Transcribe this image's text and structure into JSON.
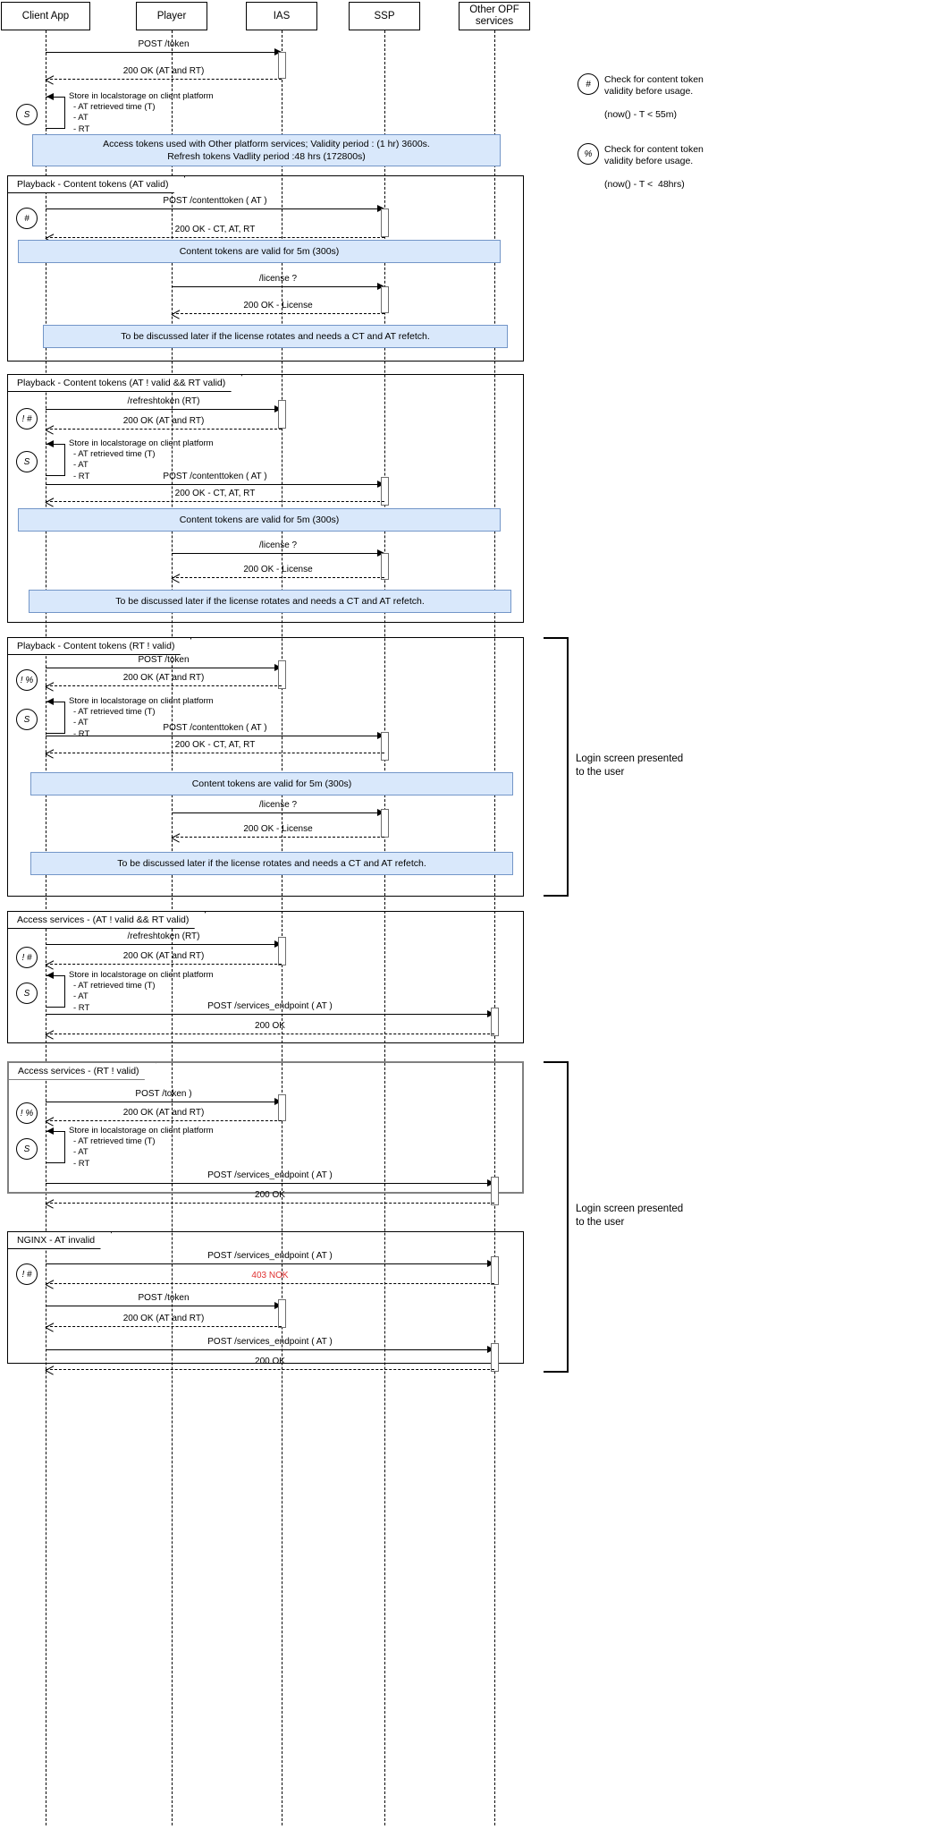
{
  "diagram": {
    "title": "Token lifecycle sequence diagram",
    "note_color": "#d9e8fb",
    "note_border": "#7396c8",
    "error_color": "#e03030"
  },
  "actors": [
    {
      "id": "client",
      "label": "Client App"
    },
    {
      "id": "player",
      "label": "Player"
    },
    {
      "id": "ias",
      "label": "IAS"
    },
    {
      "id": "ssp",
      "label": "SSP"
    },
    {
      "id": "other",
      "label": "Other OPF\nservices"
    }
  ],
  "legend": [
    {
      "symbol": "#",
      "line1": "Check for content token",
      "line2": "validity before usage.",
      "formula": "(now() - T < 55m)"
    },
    {
      "symbol": "%",
      "line1": "Check for content token",
      "line2": "validity before usage.",
      "formula": "(now() - T <  48hrs)"
    }
  ],
  "store_note": {
    "line1": "Store in localstorage on client platform",
    "line2": "- AT retrieved time (T)",
    "line3": "- AT",
    "line4": "- RT"
  },
  "markers": {
    "s": "S",
    "hash": "#",
    "not_hash": "! #",
    "not_pct": "! %"
  },
  "notes": {
    "access_tokens": "Access tokens used with Other platform services; Validity period : (1 hr) 3600s.\nRefresh tokens Vadlity period :48 hrs (172800s)",
    "content_tokens_valid": "Content tokens are valid for 5m (300s)",
    "license_rotates": "To be discussed later if the license rotates and needs a CT and AT refetch."
  },
  "fragments": [
    {
      "id": "playback-at-valid",
      "label": "Playback - Content tokens (AT valid)"
    },
    {
      "id": "playback-at-invalid",
      "label": "Playback - Content tokens (AT ! valid && RT valid)"
    },
    {
      "id": "playback-rt-invalid",
      "label": "Playback - Content tokens (RT ! valid)"
    },
    {
      "id": "access-at-invalid",
      "label": "Access services - (AT ! valid && RT valid)"
    },
    {
      "id": "access-rt-invalid",
      "label": "Access services - (RT ! valid)"
    },
    {
      "id": "nginx-at-invalid",
      "label": "NGINX - AT invalid"
    }
  ],
  "messages": {
    "post_token": "POST /token",
    "post_token_paren": "POST /token )",
    "ok_at_rt": "200 OK (AT and RT)",
    "post_contenttoken": "POST /contenttoken ( AT )",
    "ok_ct_at_rt": "200 OK - CT, AT, RT",
    "license_q": "/license ?",
    "ok_license": "200 OK - License",
    "refreshtoken": "/refreshtoken (RT)",
    "post_services": "POST /services_endpoint ( AT )",
    "ok_200": "200 OK",
    "nok_403": "403 NOK"
  },
  "brackets": [
    {
      "id": "login-1",
      "label": "Login screen presented\nto the user"
    },
    {
      "id": "login-2",
      "label": "Login screen presented\nto the user"
    }
  ]
}
